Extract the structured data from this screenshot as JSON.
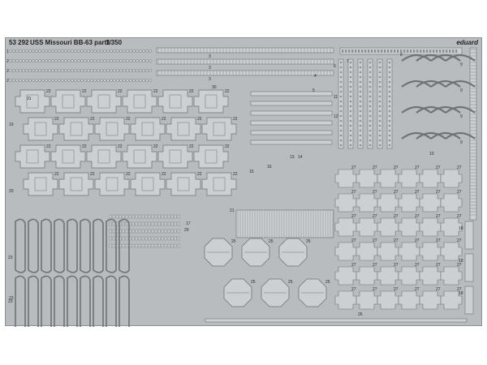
{
  "fret": {
    "catalog_number": "53 292",
    "title": "USS Missouri BB-63 part1",
    "scale": "1/350",
    "brand": "eduard"
  },
  "colors": {
    "page_background": "#ffffff",
    "sheet": "#b9bcbf",
    "part_fill": "#cdd0d2",
    "part_line": "#6f7376",
    "part_shadow": "#8e9194",
    "text": "#222222"
  },
  "part_numbers": [
    "1",
    "2",
    "3",
    "4",
    "5",
    "6",
    "7",
    "8",
    "9",
    "10",
    "11",
    "12",
    "13",
    "14",
    "15",
    "16",
    "17",
    "18",
    "19",
    "20",
    "21",
    "22",
    "23",
    "24",
    "25",
    "26",
    "27",
    "28",
    "29",
    "30",
    "31"
  ]
}
